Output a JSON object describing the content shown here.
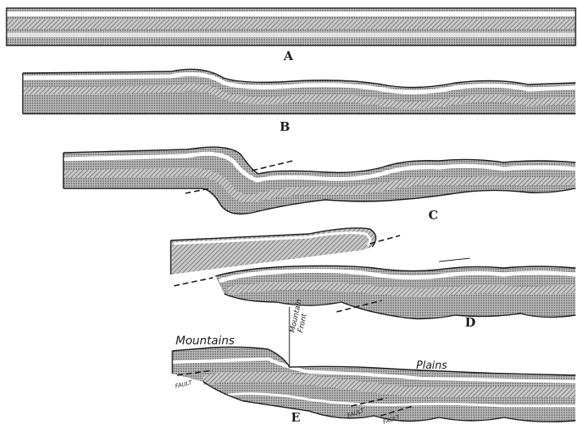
{
  "figure": {
    "stages": [
      {
        "label": "A"
      },
      {
        "label": "B"
      },
      {
        "label": "C"
      },
      {
        "label": "D"
      },
      {
        "label": "E"
      }
    ],
    "annotations": {
      "mountains": "Mountains",
      "mountain_front": [
        "Mountain",
        "Front"
      ],
      "plains": "Plains",
      "fault": "FAULT"
    }
  }
}
